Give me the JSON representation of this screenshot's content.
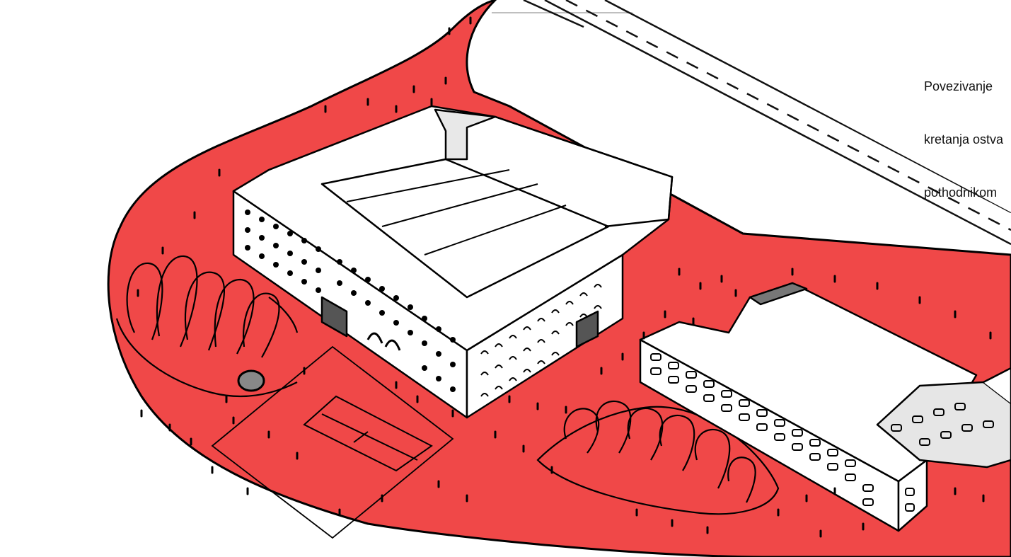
{
  "caption": {
    "lines": [
      "Povezivanje",
      "kretanja ostva",
      "pothodnikom"
    ]
  },
  "colors": {
    "ground": "#f04848",
    "outline": "#000000",
    "building_fill": "#ffffff",
    "building_shade": "#c8c8c8",
    "road_line": "#111111",
    "background": "#ffffff"
  },
  "icons": {
    "scene": "isometric-sketch-of-school-campus"
  }
}
